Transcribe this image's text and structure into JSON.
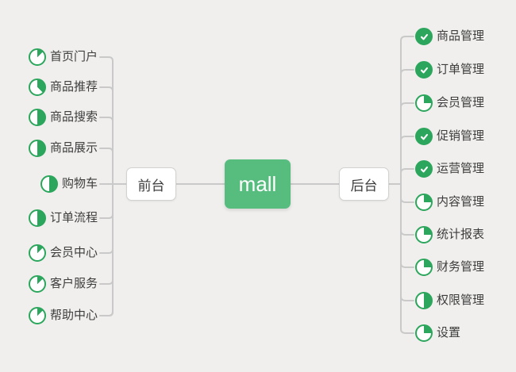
{
  "canvas": {
    "bg": "#f0efed",
    "line_color": "#c9c9c9",
    "center_green": "#57bd7f",
    "icon_green": "#2ca65c"
  },
  "center": {
    "label": "mall"
  },
  "frontend": {
    "label": "前台",
    "items": [
      {
        "label": "首页门户",
        "progress": "1-8"
      },
      {
        "label": "商品推荐",
        "progress": "3-8"
      },
      {
        "label": "商品搜索",
        "progress": "4-8"
      },
      {
        "label": "商品展示",
        "progress": "4-8"
      },
      {
        "label": "购物车",
        "progress": "4-8"
      },
      {
        "label": "订单流程",
        "progress": "4-8"
      },
      {
        "label": "会员中心",
        "progress": "1-8"
      },
      {
        "label": "客户服务",
        "progress": "1-8"
      },
      {
        "label": "帮助中心",
        "progress": "1-8"
      }
    ]
  },
  "backend": {
    "label": "后台",
    "items": [
      {
        "label": "商品管理",
        "progress": "done"
      },
      {
        "label": "订单管理",
        "progress": "done"
      },
      {
        "label": "会员管理",
        "progress": "2-8"
      },
      {
        "label": "促销管理",
        "progress": "done"
      },
      {
        "label": "运营管理",
        "progress": "done"
      },
      {
        "label": "内容管理",
        "progress": "2-8"
      },
      {
        "label": "统计报表",
        "progress": "2-8"
      },
      {
        "label": "财务管理",
        "progress": "2-8"
      },
      {
        "label": "权限管理",
        "progress": "4-8"
      },
      {
        "label": "设置",
        "progress": "2-8"
      }
    ]
  }
}
